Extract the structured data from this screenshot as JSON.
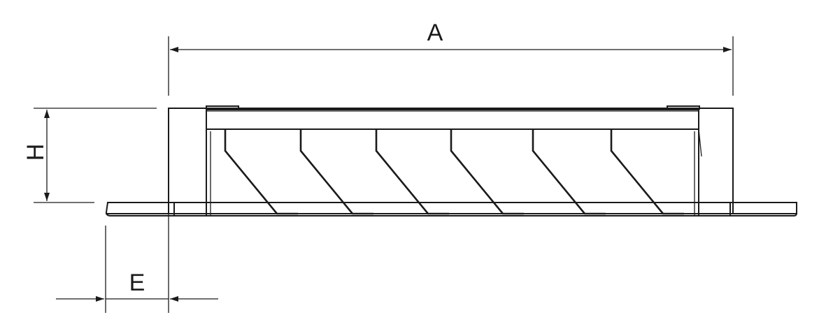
{
  "dimensions": {
    "width_label": "A",
    "height_label": "H",
    "edge_label": "E"
  },
  "parts": {
    "blade_count": 6
  },
  "colors": {
    "line": "#1a1a1a",
    "background": "#ffffff"
  }
}
